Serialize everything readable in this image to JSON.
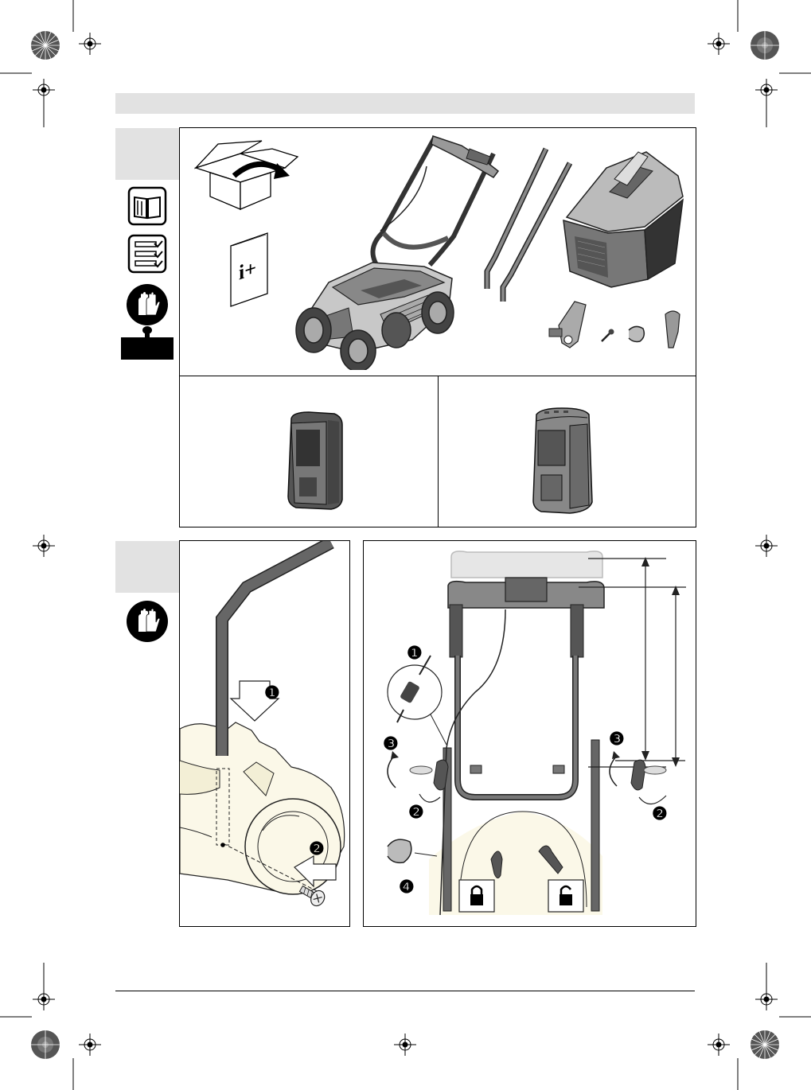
{
  "page": {
    "header_band": "",
    "footer_rule": ""
  },
  "step1": {
    "tab_icons": [
      "read-manual-icon",
      "checklist-icon",
      "gloves-icon",
      "weight-icon"
    ],
    "parts": [
      "open-box-icon",
      "info-leaflet-icon",
      "lawnmower-illustration",
      "handle-bars-illustration",
      "grass-box-illustration",
      "fasteners-illustration"
    ],
    "info_glyph": "i+",
    "batteries": [
      "battery-small-illustration",
      "battery-large-illustration"
    ]
  },
  "step2": {
    "tab_icons": [
      "gloves-icon"
    ],
    "left_callouts": [
      "❶",
      "❷"
    ],
    "right_callouts": [
      "❶",
      "❸",
      "❸",
      "❷",
      "❷",
      "❹"
    ],
    "lock_icons": [
      "lock-closed-icon",
      "lock-open-icon"
    ]
  },
  "colors": {
    "tab_gray": "#e2e2e2",
    "cream_fill": "#fbf8e8",
    "part_dark": "#3a3a3a",
    "part_mid": "#8a8a8a",
    "part_light": "#c9c9c9"
  }
}
